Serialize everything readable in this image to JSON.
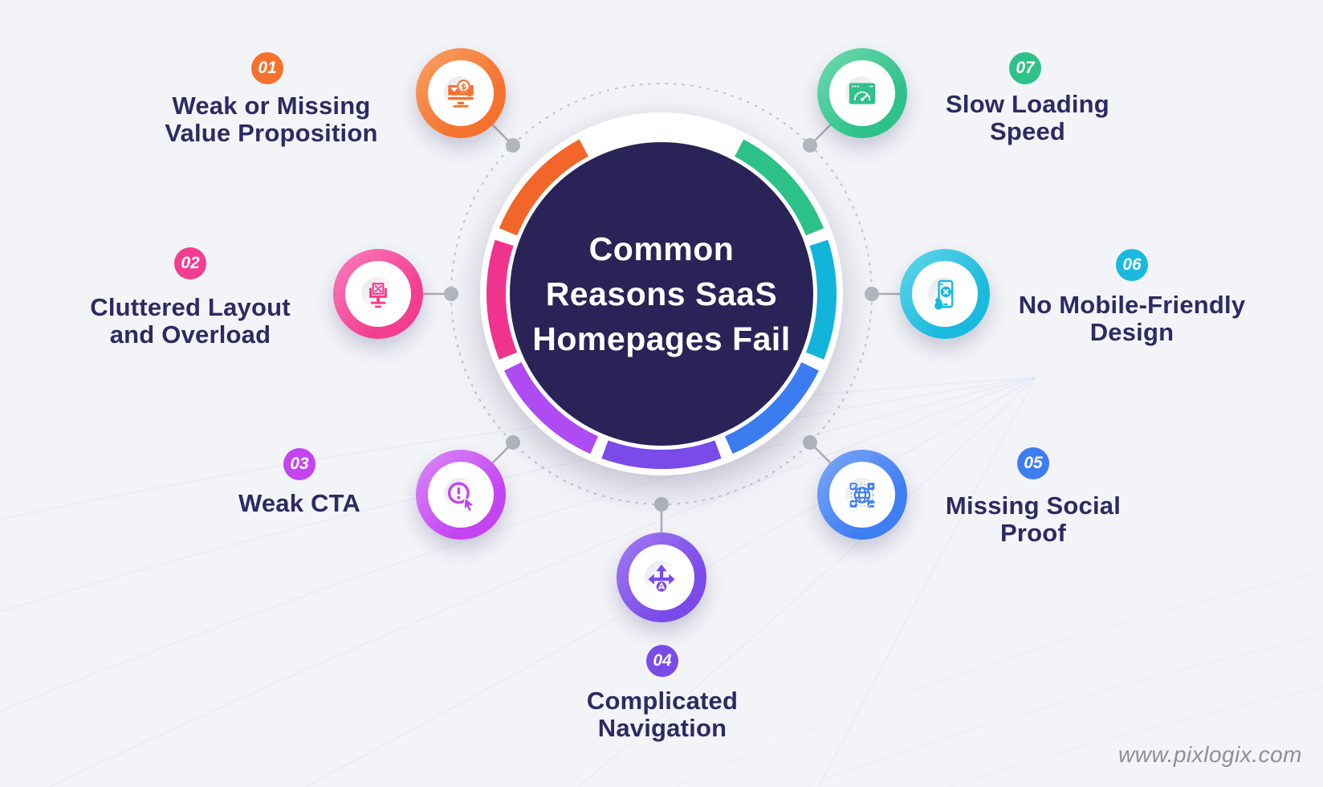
{
  "page": {
    "watermark": "www.pixlogix.com"
  },
  "palette": {
    "bg": "#f3f4f8",
    "navy": "#2a2357",
    "ink": "#2d2a63",
    "line": "#a8adb6",
    "dot": "#b2b6bf",
    "dash": "#bfc3cc",
    "wm": "#8c9097",
    "decor": "#d8dff5"
  },
  "center": {
    "title_lines": [
      "Common",
      "Reasons SaaS",
      "Homepages Fail"
    ],
    "circle_color": "#2a2357"
  },
  "ring_segments": [
    {
      "name": "green",
      "color": "#2bc189"
    },
    {
      "name": "cyan",
      "color": "#12b4d9"
    },
    {
      "name": "blue",
      "color": "#3b7cf0"
    },
    {
      "name": "purple",
      "color": "#7a4be8"
    },
    {
      "name": "violet",
      "color": "#ae4bf2"
    },
    {
      "name": "pink",
      "color": "#f0338c"
    },
    {
      "name": "orange",
      "color": "#f2662a"
    }
  ],
  "items": [
    {
      "number": "01",
      "label_lines": [
        "Weak or Missing",
        "Value Proposition"
      ],
      "color": "#f4722e",
      "color_light": "#f9a263",
      "icon": "declining-revenue-monitor-icon"
    },
    {
      "number": "02",
      "label_lines": [
        "Cluttered Layout",
        "and Overload"
      ],
      "color": "#f33d90",
      "color_light": "#f97fbd",
      "icon": "cluttered-layout-monitor-icon"
    },
    {
      "number": "03",
      "label_lines": [
        "Weak CTA"
      ],
      "color": "#c444f2",
      "color_light": "#da8cf8",
      "icon": "weak-cta-click-icon"
    },
    {
      "number": "04",
      "label_lines": [
        "Complicated",
        "Navigation"
      ],
      "color": "#7b4bea",
      "color_light": "#a37cf2",
      "icon": "navigation-arrows-icon"
    },
    {
      "number": "05",
      "label_lines": [
        "Missing Social",
        "Proof"
      ],
      "color": "#3e7df2",
      "color_light": "#7fa9f7",
      "icon": "social-proof-globe-icon"
    },
    {
      "number": "06",
      "label_lines": [
        "No Mobile-Friendly",
        "Design"
      ],
      "color": "#19badd",
      "color_light": "#62d6ea",
      "icon": "no-mobile-friendly-phone-icon"
    },
    {
      "number": "07",
      "label_lines": [
        "Slow Loading",
        "Speed"
      ],
      "color": "#2ec18a",
      "color_light": "#72dab1",
      "icon": "slow-loading-speed-gauge-icon"
    }
  ]
}
